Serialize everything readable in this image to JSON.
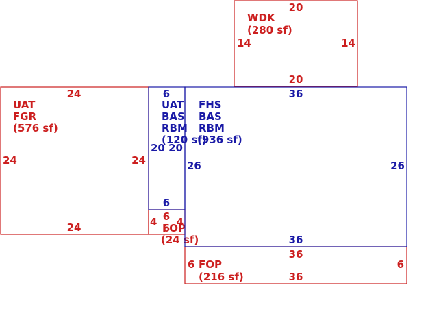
{
  "colors": {
    "red": "#cc1f1f",
    "blue": "#1a1aa6",
    "background": "#ffffff"
  },
  "areas": {
    "wdk": {
      "code": "WDK",
      "area": "(280 sf)",
      "dim_top": "20",
      "dim_bottom": "20",
      "dim_left": "14",
      "dim_right": "14"
    },
    "uat_fgr": {
      "code1": "UAT",
      "code2": "FGR",
      "area": "(576 sf)",
      "dim_top": "24",
      "dim_bottom": "24",
      "dim_left": "24",
      "dim_right": "24"
    },
    "uat_bas": {
      "code1": "UAT",
      "code2": "BAS",
      "code3": "RBM",
      "area": "(120 sf)",
      "dim_top": "6",
      "dim_bottom": "6",
      "dim_left": "20",
      "dim_right": "20"
    },
    "fhs_bas": {
      "code1": "FHS",
      "code2": "BAS",
      "code3": "RBM",
      "area": "(936 sf)",
      "dim_top": "36",
      "dim_bottom": "36",
      "dim_left": "26",
      "dim_right": "26"
    },
    "fop_small": {
      "code": "FOP",
      "area": "(24 sf)",
      "dim_top": "6",
      "dim_bottom": "6",
      "dim_left": "4",
      "dim_right": "4"
    },
    "fop_large": {
      "code": "FOP",
      "area": "(216 sf)",
      "dim_top": "36",
      "dim_bottom": "36",
      "dim_left": "6",
      "dim_right": "6"
    }
  }
}
